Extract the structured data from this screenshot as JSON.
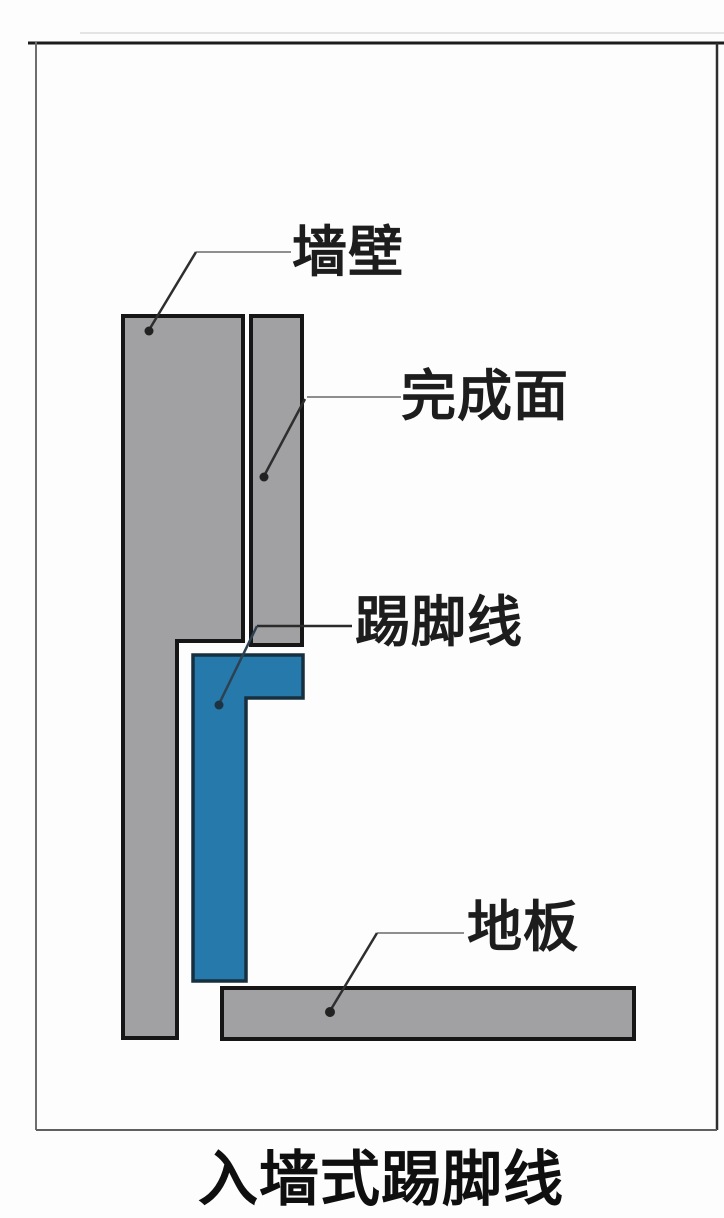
{
  "diagram": {
    "title": "入墙式踢脚线",
    "labels": {
      "wall": "墙壁",
      "finish_surface": "完成面",
      "skirting": "踢脚线",
      "floor": "地板"
    },
    "colors": {
      "material_gray": "#a1a1a3",
      "skirting_blue": "#2579ab",
      "outline": "#161616",
      "leader_dark": "#2e2e2e",
      "leader_light": "#8f8f8f",
      "frame_gray": "#5f5f5f"
    }
  }
}
